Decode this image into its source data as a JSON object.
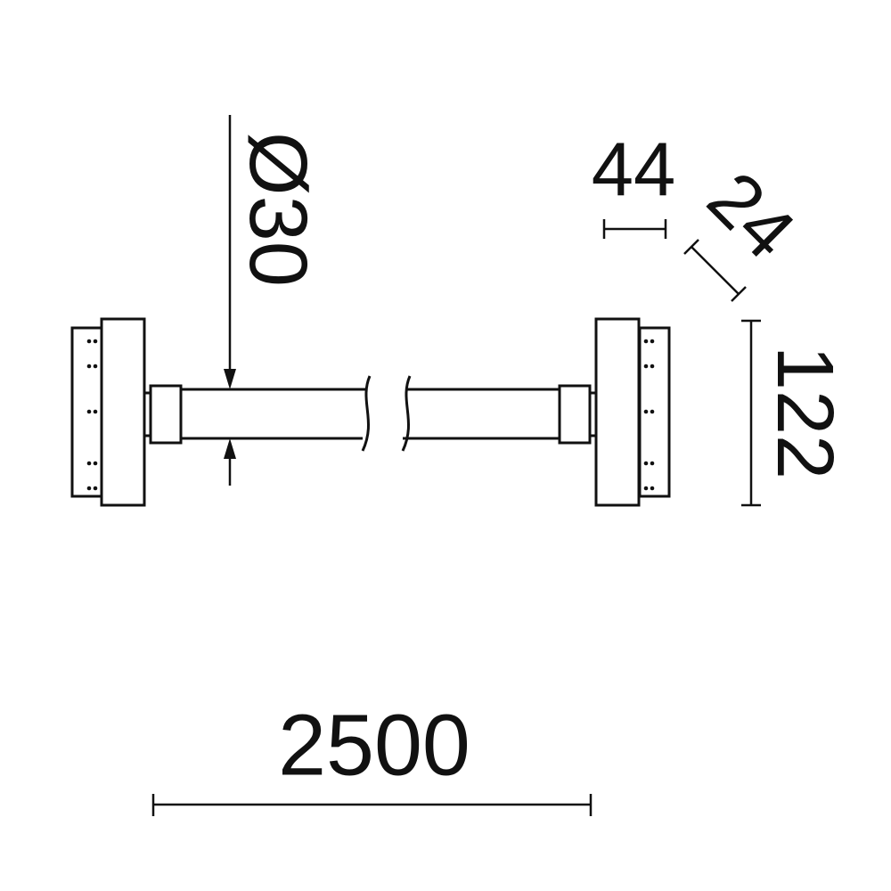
{
  "colors": {
    "line": "#111111",
    "background": "#ffffff"
  },
  "dimensions": {
    "diameter": "Ø30",
    "bracket_width": "44",
    "bracket_depth": "24",
    "bracket_height": "122",
    "overall_length": "2500"
  }
}
